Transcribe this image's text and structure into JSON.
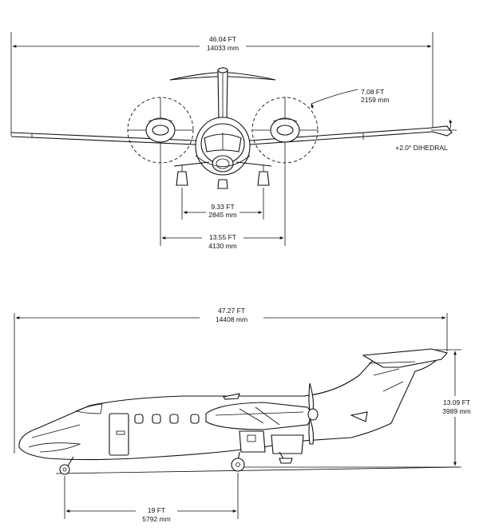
{
  "front_view": {
    "wingspan_ft": "46.04 FT",
    "wingspan_mm": "14033 mm",
    "prop_diameter_ft": "7.08 FT",
    "prop_diameter_mm": "2159 mm",
    "dihedral": "+2.0° DIHEDRAL",
    "main_gear_track_ft": "9.33 FT",
    "main_gear_track_mm": "2845 mm",
    "engine_spacing_ft": "13.55 FT",
    "engine_spacing_mm": "4130 mm"
  },
  "side_view": {
    "length_ft": "47.27 FT",
    "length_mm": "14408 mm",
    "height_ft": "13.09 FT",
    "height_mm": "3989 mm",
    "wheelbase_ft": "19 FT",
    "wheelbase_mm": "5792 mm"
  }
}
